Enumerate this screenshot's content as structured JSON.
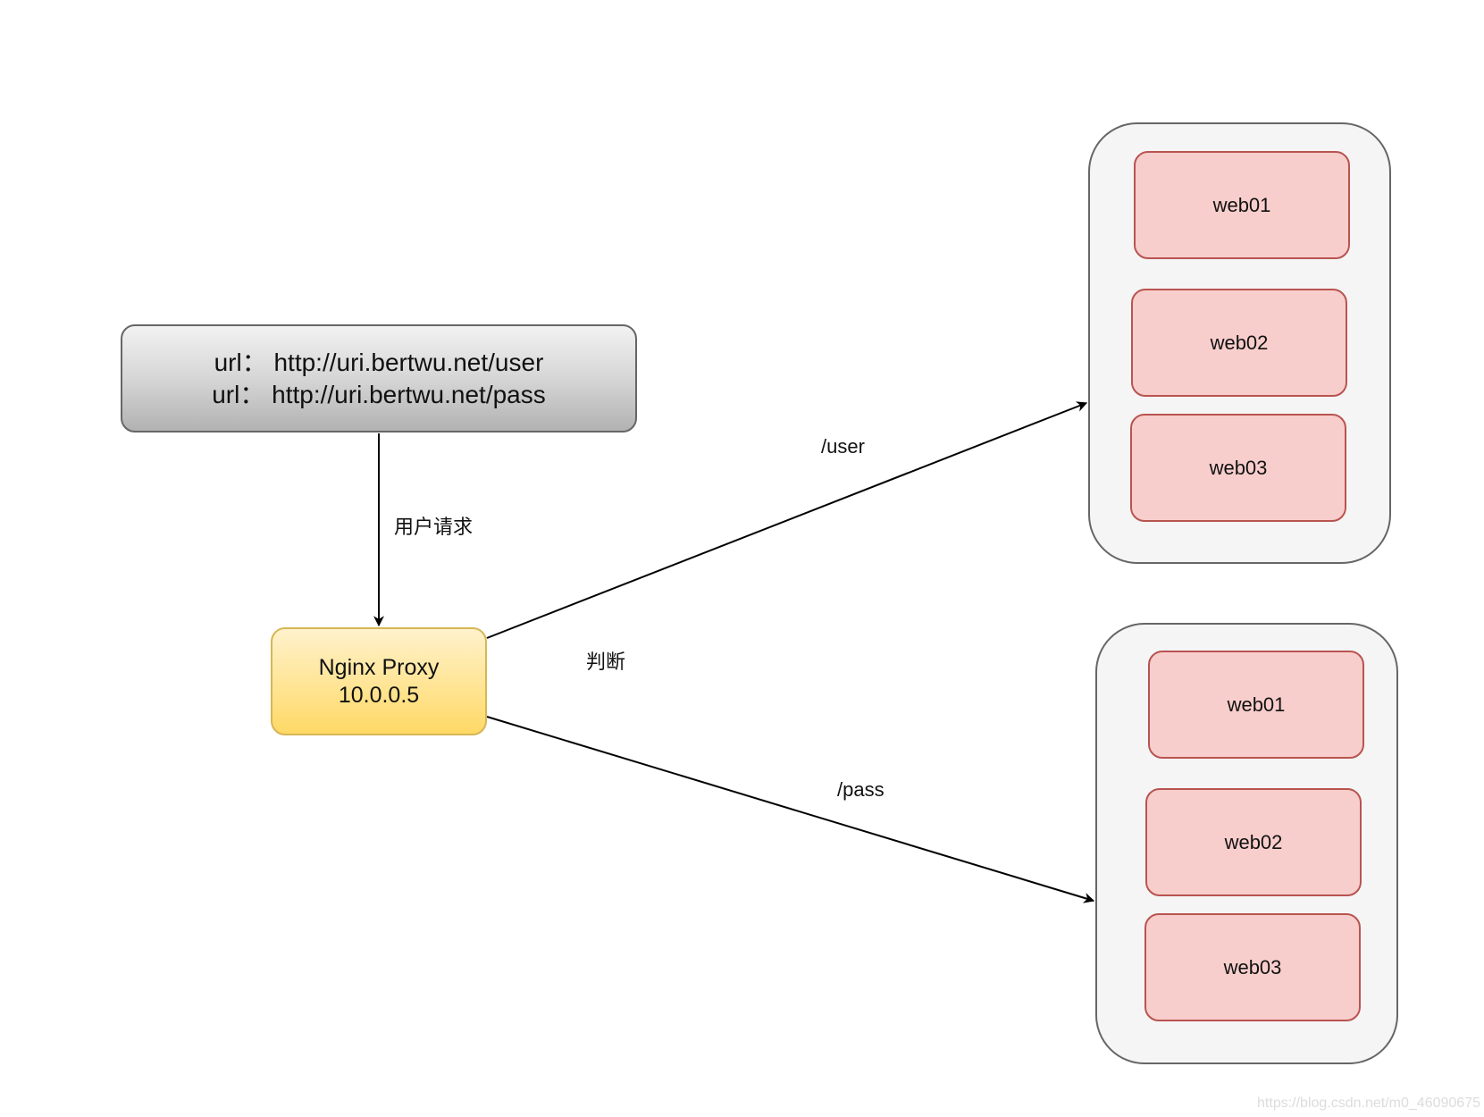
{
  "request": {
    "lines": [
      "url：  http://uri.bertwu.net/user",
      "url：  http://uri.bertwu.net/pass"
    ]
  },
  "proxy": {
    "lines": [
      "Nginx Proxy",
      "10.0.0.5"
    ]
  },
  "edges": {
    "request_label": "用户请求",
    "decide_label": "判断",
    "user_label": "/user",
    "pass_label": "/pass"
  },
  "groups": {
    "user": [
      "web01",
      "web02",
      "web03"
    ],
    "pass": [
      "web01",
      "web02",
      "web03"
    ]
  },
  "watermark": "https://blog.csdn.net/m0_46090675",
  "colors": {
    "request_fill_top": "#f2f2f2",
    "request_fill_bottom": "#b2b2b2",
    "proxy_fill_top": "#fff2cc",
    "proxy_fill_bottom": "#ffd966",
    "proxy_stroke": "#d6b656",
    "group_fill": "#f5f5f5",
    "group_stroke": "#666666",
    "server_fill": "#f8cecc",
    "server_stroke": "#b85450"
  }
}
